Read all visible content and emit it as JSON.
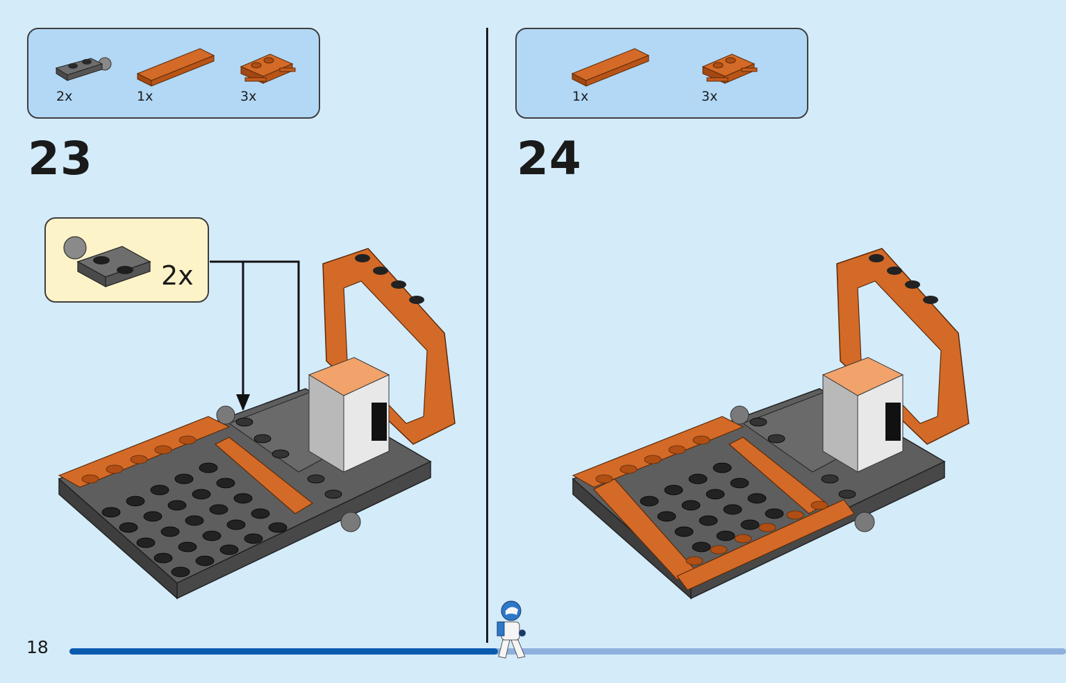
{
  "page_number": "18",
  "progress": 0.43,
  "colors": {
    "background": "#d4ebfa",
    "parts_box": "#b3d8f5",
    "callout": "#fdf3c8",
    "orange": "#c8581a",
    "dark_gray": "#5a5a5a",
    "progress_fill": "#0a5bb0",
    "progress_track": "#8eb0dd"
  },
  "steps": [
    {
      "number": "23",
      "parts": [
        {
          "icon": "dark-gray-plate-with-ball-icon",
          "qty": "2x"
        },
        {
          "icon": "orange-tile-1x6-icon",
          "qty": "1x"
        },
        {
          "icon": "orange-plate-with-bar-icon",
          "qty": "3x"
        }
      ],
      "callout": {
        "icon": "dark-gray-plate-with-ball-icon",
        "qty": "2x"
      }
    },
    {
      "number": "24",
      "parts": [
        {
          "icon": "orange-tile-1x6-icon",
          "qty": "1x"
        },
        {
          "icon": "orange-plate-with-bar-icon",
          "qty": "3x"
        }
      ]
    }
  ]
}
